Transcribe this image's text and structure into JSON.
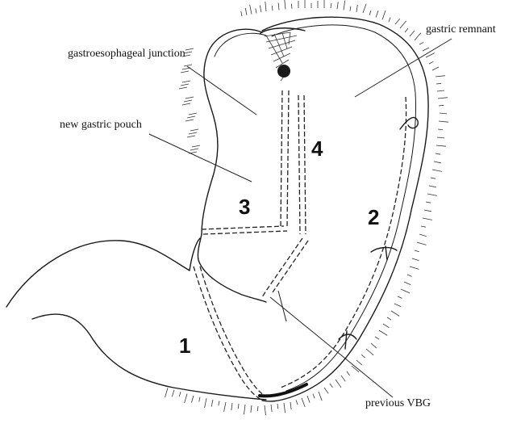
{
  "labels": {
    "gastroesophageal_junction": "gastroesophageal junction",
    "new_gastric_pouch": "new gastric pouch",
    "gastric_remnant": "gastric remnant",
    "previous_vbg": "previous VBG"
  },
  "region_numbers": {
    "one": "1",
    "two": "2",
    "three": "3",
    "four": "4"
  }
}
